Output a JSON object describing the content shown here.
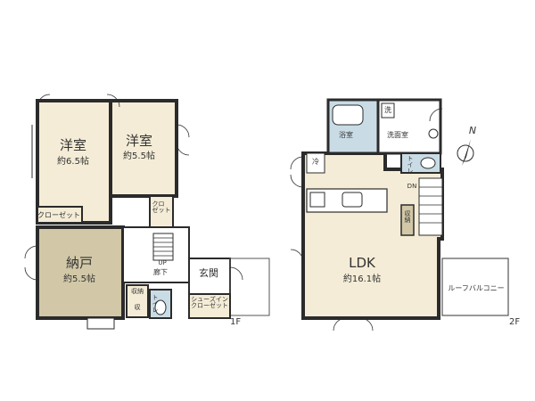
{
  "floor1": {
    "label": "1F",
    "rooms": {
      "western_a": {
        "name": "洋室",
        "size": "約6.5帖"
      },
      "western_b": {
        "name": "洋室",
        "size": "約5.5帖"
      },
      "storage": {
        "name": "納戸",
        "size": "約5.5帖"
      },
      "closet_a": "クローゼット",
      "closet_b": "クロ\nゼット",
      "corridor": "廊下",
      "stairs_up": "UP",
      "entrance": "玄関",
      "shoe_closet": "シューズイン\nクローゼット",
      "storage_small": "収納",
      "storage_tiny": "収",
      "toilet": "トイレ"
    }
  },
  "floor2": {
    "label": "2F",
    "rooms": {
      "ldk": {
        "name": "LDK",
        "size": "約16.1帖"
      },
      "bath": "浴室",
      "washroom": "洗面室",
      "washer": "洗",
      "fridge": "冷",
      "toilet": "トイレ",
      "storage": "収納",
      "stairs_down": "DN",
      "balcony": "ルーフバルコニー"
    }
  },
  "compass": {
    "label": "N"
  },
  "colors": {
    "wall": "#2b2b2b",
    "room_fill": "#f4ecd6",
    "storage_fill": "#d2c8a8",
    "corridor_fill": "#ffffff",
    "bath_fill": "#c9dce6",
    "stairs_fill": "#ffffff",
    "balcony_line": "#555555"
  }
}
